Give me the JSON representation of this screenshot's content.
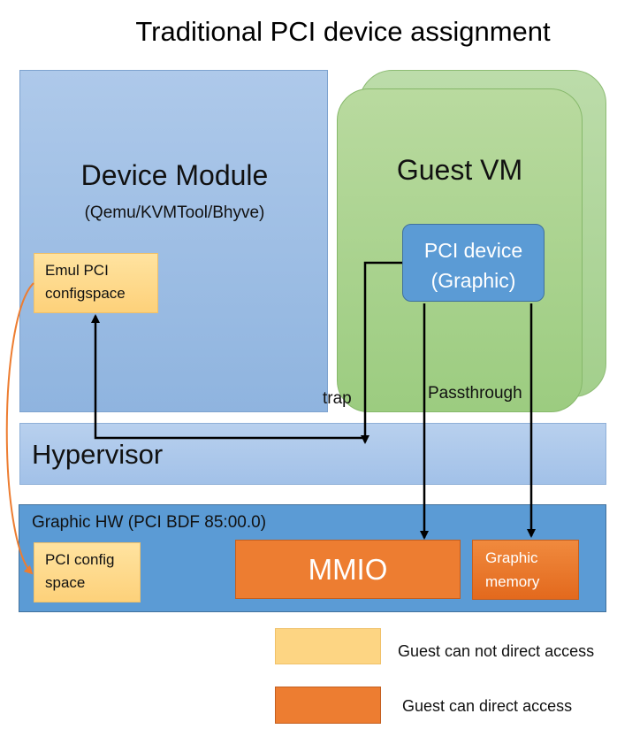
{
  "title": "Traditional PCI device assignment",
  "device_module": {
    "title": "Device Module",
    "subtitle": "(Qemu/KVMTool/Bhyve)",
    "emul_line1": "Emul PCI",
    "emul_line2": "configspace"
  },
  "guest_vm": {
    "title": "Guest VM",
    "pci_line1": "PCI device",
    "pci_line2": "(Graphic)"
  },
  "hypervisor": "Hypervisor",
  "graphic_hw": {
    "label": "Graphic HW (PCI BDF 85:00.0)",
    "pci_config_line1": "PCI config",
    "pci_config_line2": "space",
    "mmio": "MMIO",
    "memory_line1": "Graphic",
    "memory_line2": "memory"
  },
  "labels": {
    "trap": "trap",
    "passthrough": "Passthrough"
  },
  "legend": {
    "not_direct": "Guest can not direct access",
    "direct": "Guest can direct access"
  },
  "colors": {
    "no_direct_access": "#fdd583",
    "direct_access": "#ed7d31",
    "pci_device": "#5b9bd5",
    "guest_vm": "#a9d18e",
    "relation_arrow": "#ed7d31"
  }
}
